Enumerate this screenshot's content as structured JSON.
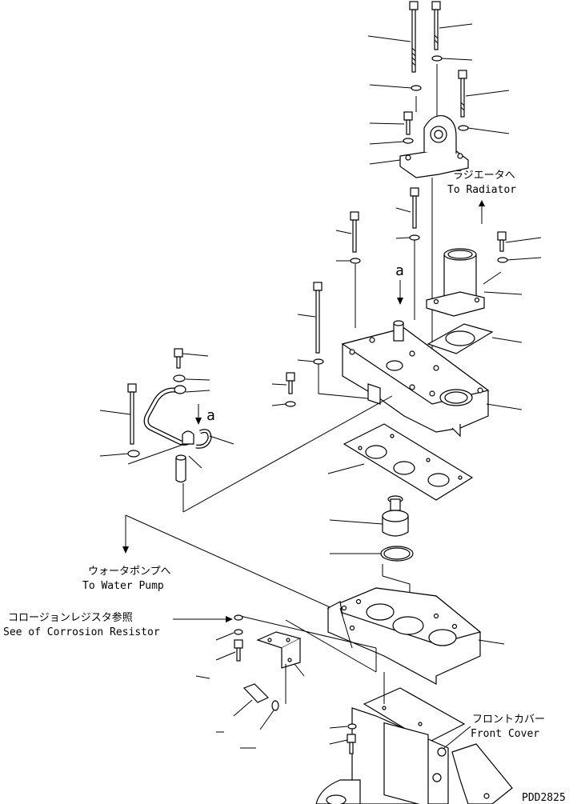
{
  "labels": {
    "radiator_jp": "ラジエータへ",
    "radiator_en": "To Radiator",
    "water_pump_jp": "ウォータポンプへ",
    "water_pump_en": "To Water Pump",
    "corrosion_jp": "コロージョンレジスタ参照",
    "corrosion_en": "See of Corrosion Resistor",
    "front_cover_jp": "フロントカバー",
    "front_cover_en": "Front Cover",
    "ref_a_upper": "a",
    "ref_a_lower": "a",
    "drawing_number": "PDD2825"
  }
}
